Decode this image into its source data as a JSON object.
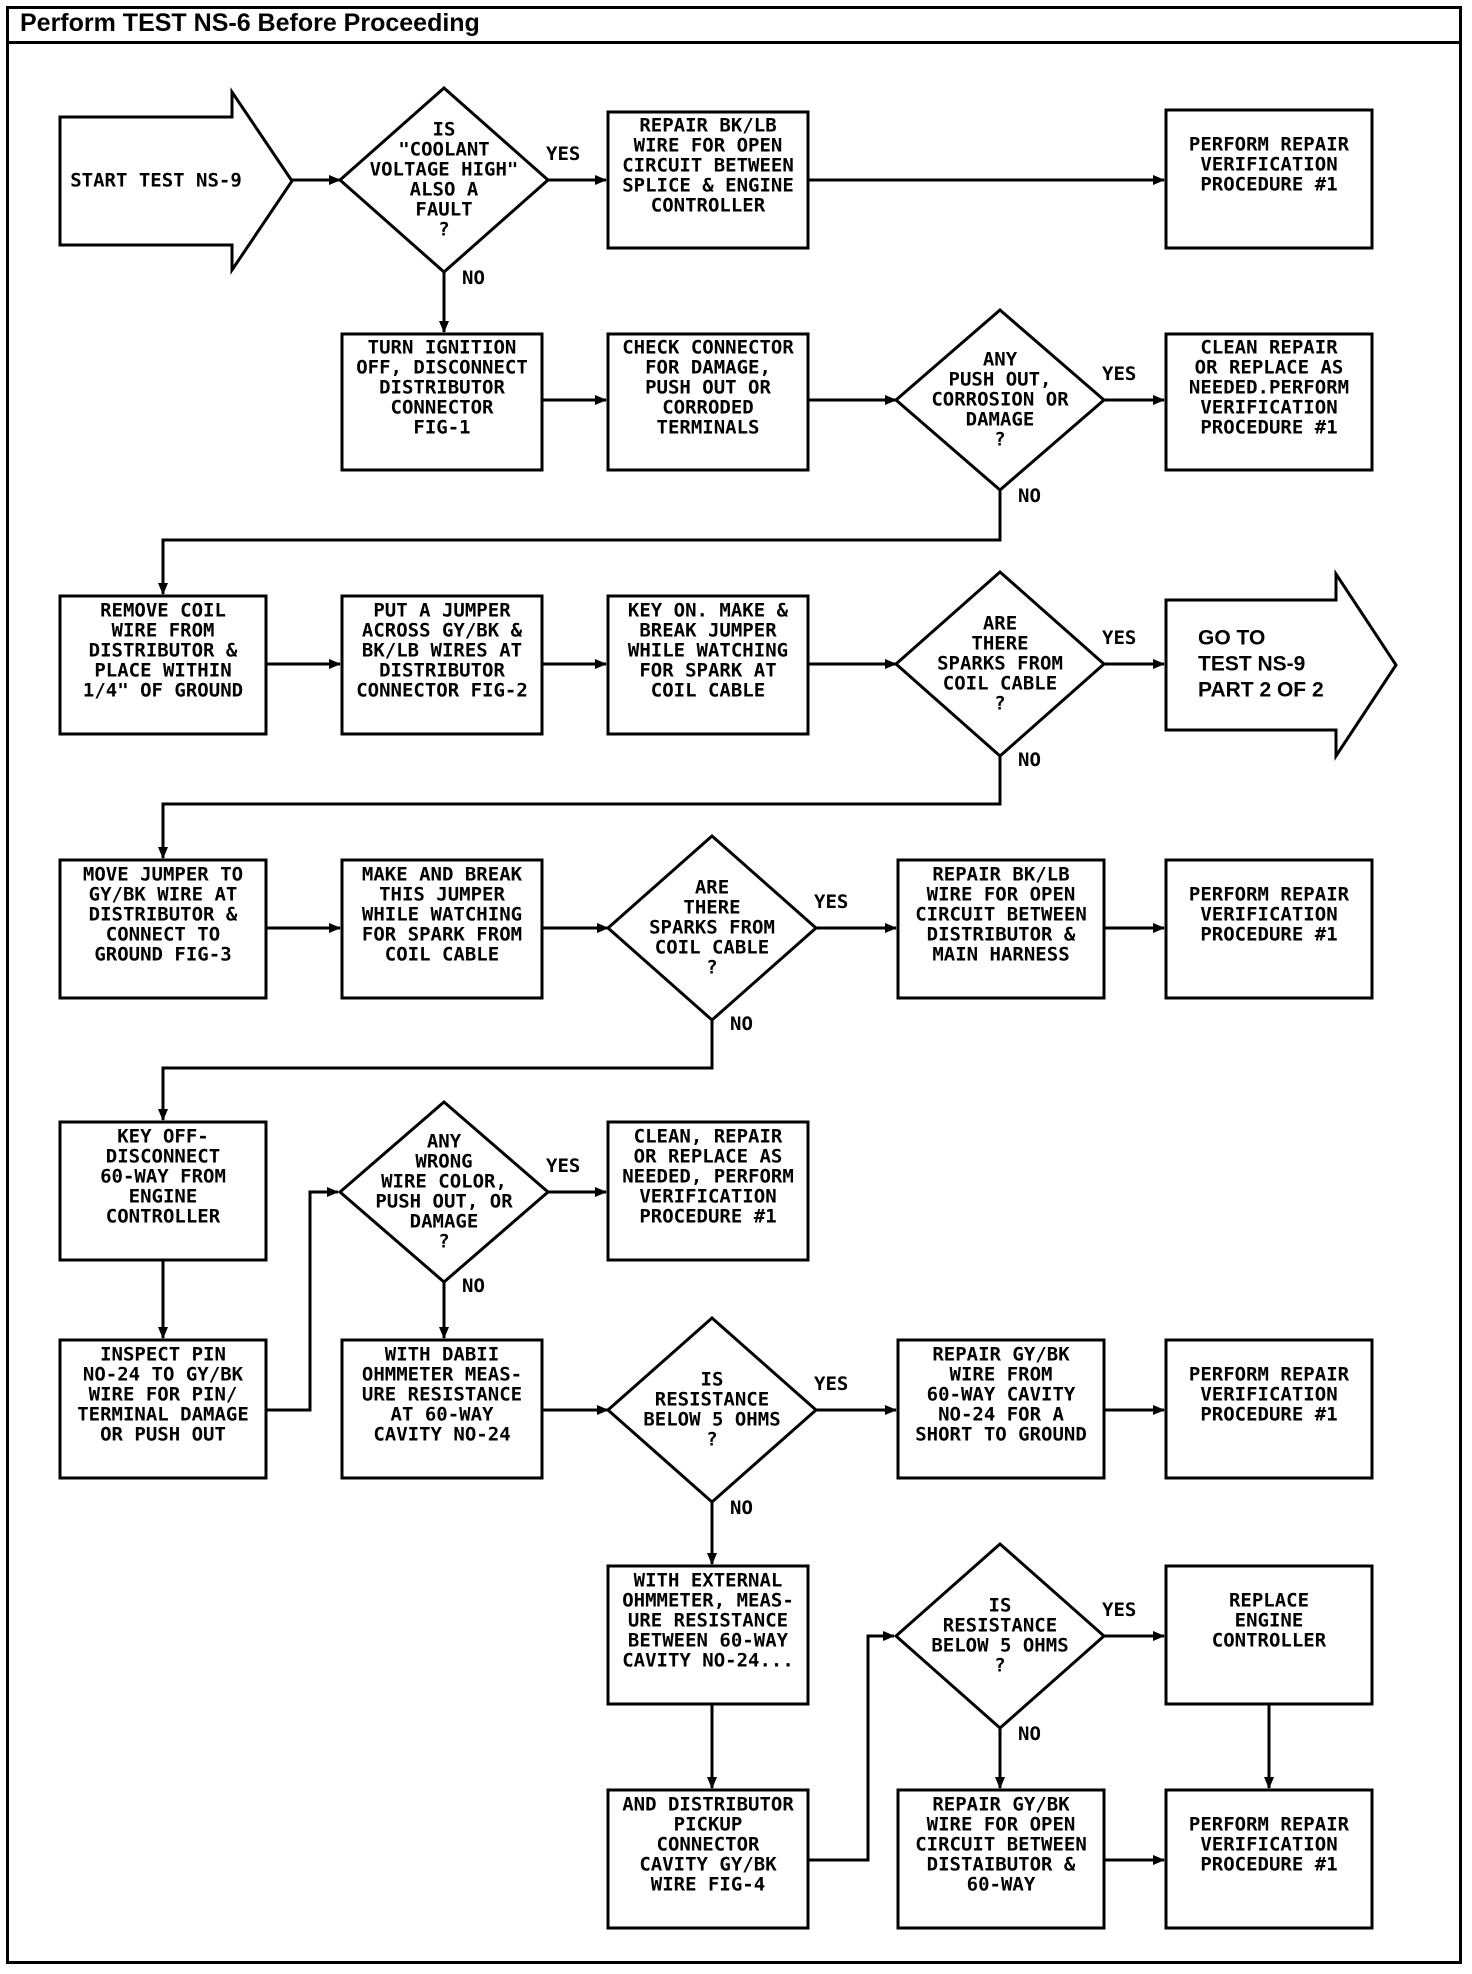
{
  "header": "Perform TEST NS-6 Before Proceeding",
  "nodes": [
    {
      "id": "start",
      "shape": "arrow",
      "lines": [
        "START TEST NS-9"
      ]
    },
    {
      "id": "d1",
      "shape": "diamond",
      "lines": [
        "IS",
        "\"COOLANT",
        "VOLTAGE HIGH\"",
        "ALSO A",
        "FAULT",
        "?"
      ]
    },
    {
      "id": "b_repair1",
      "shape": "rect",
      "lines": [
        "REPAIR BK/LB",
        "WIRE FOR OPEN",
        "CIRCUIT BETWEEN",
        "SPLICE & ENGINE",
        "CONTROLLER"
      ]
    },
    {
      "id": "b_verify1",
      "shape": "rect",
      "lines": [
        "PERFORM REPAIR",
        "VERIFICATION",
        "PROCEDURE #1"
      ]
    },
    {
      "id": "b_turnoff",
      "shape": "rect",
      "lines": [
        "TURN IGNITION",
        "OFF, DISCONNECT",
        "DISTRIBUTOR",
        "CONNECTOR",
        "FIG-1"
      ]
    },
    {
      "id": "b_checkconn",
      "shape": "rect",
      "lines": [
        "CHECK CONNECTOR",
        "FOR DAMAGE,",
        "PUSH OUT OR",
        "CORRODED",
        "TERMINALS"
      ]
    },
    {
      "id": "d2",
      "shape": "diamond",
      "lines": [
        "ANY",
        "PUSH OUT,",
        "CORROSION OR",
        "DAMAGE",
        "?"
      ]
    },
    {
      "id": "b_clean1",
      "shape": "rect",
      "lines": [
        "CLEAN REPAIR",
        "OR REPLACE AS",
        "NEEDED.PERFORM",
        "VERIFICATION",
        "PROCEDURE #1"
      ]
    },
    {
      "id": "b_removecoil",
      "shape": "rect",
      "lines": [
        "REMOVE COIL",
        "WIRE FROM",
        "DISTRIBUTOR &",
        "PLACE WITHIN",
        "1/4\" OF GROUND"
      ]
    },
    {
      "id": "b_jumper",
      "shape": "rect",
      "lines": [
        "PUT A JUMPER",
        "ACROSS GY/BK &",
        "BK/LB WIRES AT",
        "DISTRIBUTOR",
        "CONNECTOR FIG-2"
      ]
    },
    {
      "id": "b_keyon",
      "shape": "rect",
      "lines": [
        "KEY ON. MAKE &",
        "BREAK JUMPER",
        "WHILE WATCHING",
        "FOR SPARK AT",
        "COIL CABLE"
      ]
    },
    {
      "id": "d3",
      "shape": "diamond",
      "lines": [
        "ARE",
        "THERE",
        "SPARKS FROM",
        "COIL CABLE",
        "?"
      ]
    },
    {
      "id": "goto",
      "shape": "arrow",
      "lines": [
        "GO TO",
        "TEST NS-9",
        "PART 2 OF 2"
      ]
    },
    {
      "id": "b_movejumper",
      "shape": "rect",
      "lines": [
        "MOVE JUMPER TO",
        "GY/BK WIRE AT",
        "DISTRIBUTOR &",
        "CONNECT TO",
        "GROUND FIG-3"
      ]
    },
    {
      "id": "b_makebreak",
      "shape": "rect",
      "lines": [
        "MAKE AND BREAK",
        "THIS JUMPER",
        "WHILE WATCHING",
        "FOR SPARK FROM",
        "COIL CABLE"
      ]
    },
    {
      "id": "d4",
      "shape": "diamond",
      "lines": [
        "ARE",
        "THERE",
        "SPARKS FROM",
        "COIL CABLE",
        "?"
      ]
    },
    {
      "id": "b_repair2",
      "shape": "rect",
      "lines": [
        "REPAIR BK/LB",
        "WIRE FOR OPEN",
        "CIRCUIT BETWEEN",
        "DISTRIBUTOR &",
        "MAIN HARNESS"
      ]
    },
    {
      "id": "b_verify2",
      "shape": "rect",
      "lines": [
        "PERFORM REPAIR",
        "VERIFICATION",
        "PROCEDURE #1"
      ]
    },
    {
      "id": "b_keyoff",
      "shape": "rect",
      "lines": [
        "KEY OFF-",
        "DISCONNECT",
        "60-WAY FROM",
        "ENGINE",
        "CONTROLLER"
      ]
    },
    {
      "id": "d5",
      "shape": "diamond",
      "lines": [
        "ANY",
        "WRONG",
        "WIRE COLOR,",
        "PUSH OUT, OR",
        "DAMAGE",
        "?"
      ]
    },
    {
      "id": "b_clean2",
      "shape": "rect",
      "lines": [
        "CLEAN, REPAIR",
        "OR REPLACE AS",
        "NEEDED, PERFORM",
        "VERIFICATION",
        "PROCEDURE #1"
      ]
    },
    {
      "id": "b_inspect",
      "shape": "rect",
      "lines": [
        "INSPECT PIN",
        "NO-24 TO GY/BK",
        "WIRE FOR PIN/",
        "TERMINAL DAMAGE",
        "OR PUSH OUT"
      ]
    },
    {
      "id": "b_dabii",
      "shape": "rect",
      "lines": [
        "WITH DABII",
        "OHMMETER MEAS-",
        "URE RESISTANCE",
        "AT 60-WAY",
        "CAVITY NO-24"
      ]
    },
    {
      "id": "d6",
      "shape": "diamond",
      "lines": [
        "IS",
        "RESISTANCE",
        "BELOW 5 OHMS",
        "?"
      ]
    },
    {
      "id": "b_repair3",
      "shape": "rect",
      "lines": [
        "REPAIR GY/BK",
        "WIRE FROM",
        "60-WAY CAVITY",
        "NO-24 FOR A",
        "SHORT TO GROUND"
      ]
    },
    {
      "id": "b_verify3",
      "shape": "rect",
      "lines": [
        "PERFORM REPAIR",
        "VERIFICATION",
        "PROCEDURE #1"
      ]
    },
    {
      "id": "b_external",
      "shape": "rect",
      "lines": [
        "WITH EXTERNAL",
        "OHMMETER, MEAS-",
        "URE RESISTANCE",
        "BETWEEN 60-WAY",
        "CAVITY NO-24..."
      ]
    },
    {
      "id": "d7",
      "shape": "diamond",
      "lines": [
        "IS",
        "RESISTANCE",
        "BELOW 5 OHMS",
        "?"
      ]
    },
    {
      "id": "b_replace",
      "shape": "rect",
      "lines": [
        "REPLACE",
        "ENGINE",
        "CONTROLLER"
      ]
    },
    {
      "id": "b_anddist",
      "shape": "rect",
      "lines": [
        "AND DISTRIBUTOR",
        "PICKUP",
        "CONNECTOR",
        "CAVITY GY/BK",
        "WIRE FIG-4"
      ]
    },
    {
      "id": "b_repair4",
      "shape": "rect",
      "lines": [
        "REPAIR GY/BK",
        "WIRE FOR OPEN",
        "CIRCUIT BETWEEN",
        "DISTAIBUTOR &",
        "60-WAY"
      ]
    },
    {
      "id": "b_verify4",
      "shape": "rect",
      "lines": [
        "PERFORM REPAIR",
        "VERIFICATION",
        "PROCEDURE #1"
      ]
    }
  ],
  "labels": {
    "yes": "YES",
    "no": "NO"
  }
}
